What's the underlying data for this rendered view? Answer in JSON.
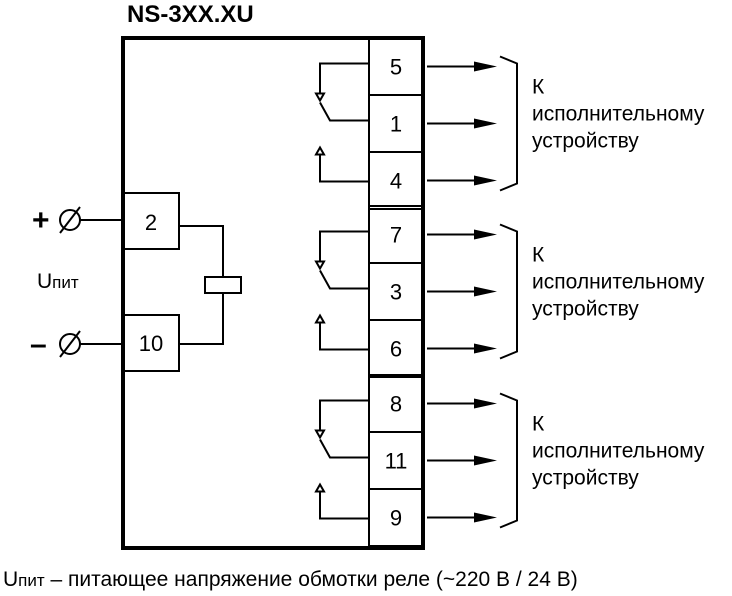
{
  "diagram": {
    "title": "NS-3XX.XU",
    "power": {
      "plus_sign": "+",
      "minus_sign": "–",
      "terminal_symbol": "⌀",
      "label_main": "U",
      "label_sub": "пит",
      "terminals": [
        "2",
        "10"
      ]
    },
    "relay_groups": [
      {
        "terminals": [
          "5",
          "1",
          "4"
        ],
        "label_lines": [
          "К",
          "исполнительному",
          "устройству"
        ]
      },
      {
        "terminals": [
          "7",
          "3",
          "6"
        ],
        "label_lines": [
          "К",
          "исполнительному",
          "устройству"
        ]
      },
      {
        "terminals": [
          "8",
          "11",
          "9"
        ],
        "label_lines": [
          "К",
          "исполнительному",
          "устройству"
        ]
      }
    ],
    "footnote": {
      "main": "U",
      "sub": "пит",
      "text": " – питающее напряжение обмотки реле (~220 В / 24 В)"
    }
  }
}
